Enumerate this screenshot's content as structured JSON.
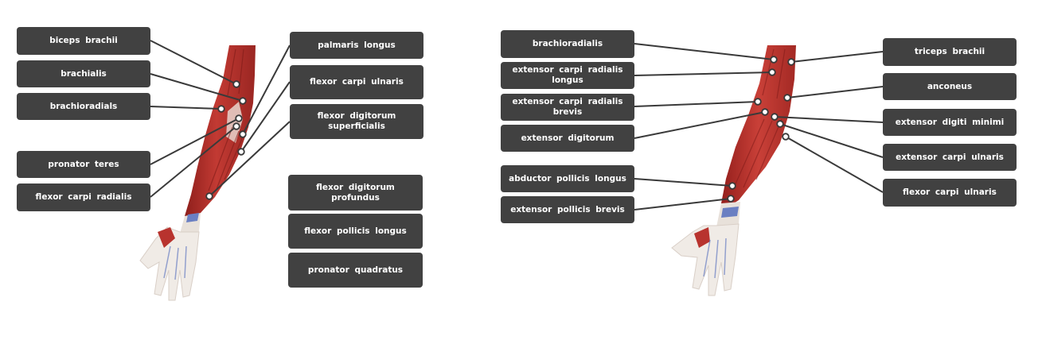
{
  "diagram": {
    "anterior_labels": [
      "biceps brachii",
      "brachialis",
      "brachioradials",
      "pronator teres",
      "flexor carpi radialis",
      "palmaris longus",
      "flexor carpi ulnaris",
      "flexor digitorum superficialis",
      "flexor digitorum profundus",
      "flexor pollicis longus",
      "pronator quadratus"
    ],
    "posterior_labels": [
      "brachioradialis",
      "extensor carpi radialis longus",
      "extensor carpi radialis brevis",
      "extensor digitorum",
      "abductor pollicis longus",
      "extensor pollicis brevis",
      "triceps brachii",
      "anconeus",
      "extensor digiti minimi",
      "extensor carpi ulnaris",
      "flexor carpi ulnaris"
    ],
    "colors": {
      "label_bg": "#414141",
      "label_text": "#ffffff",
      "leader_line": "#3a3a3a",
      "muscle": "#b8332e",
      "muscle_dark": "#8e1f1c",
      "tendon": "#ece6e0",
      "bone": "#f2eee9",
      "vessel": "#6a7fc2"
    }
  }
}
